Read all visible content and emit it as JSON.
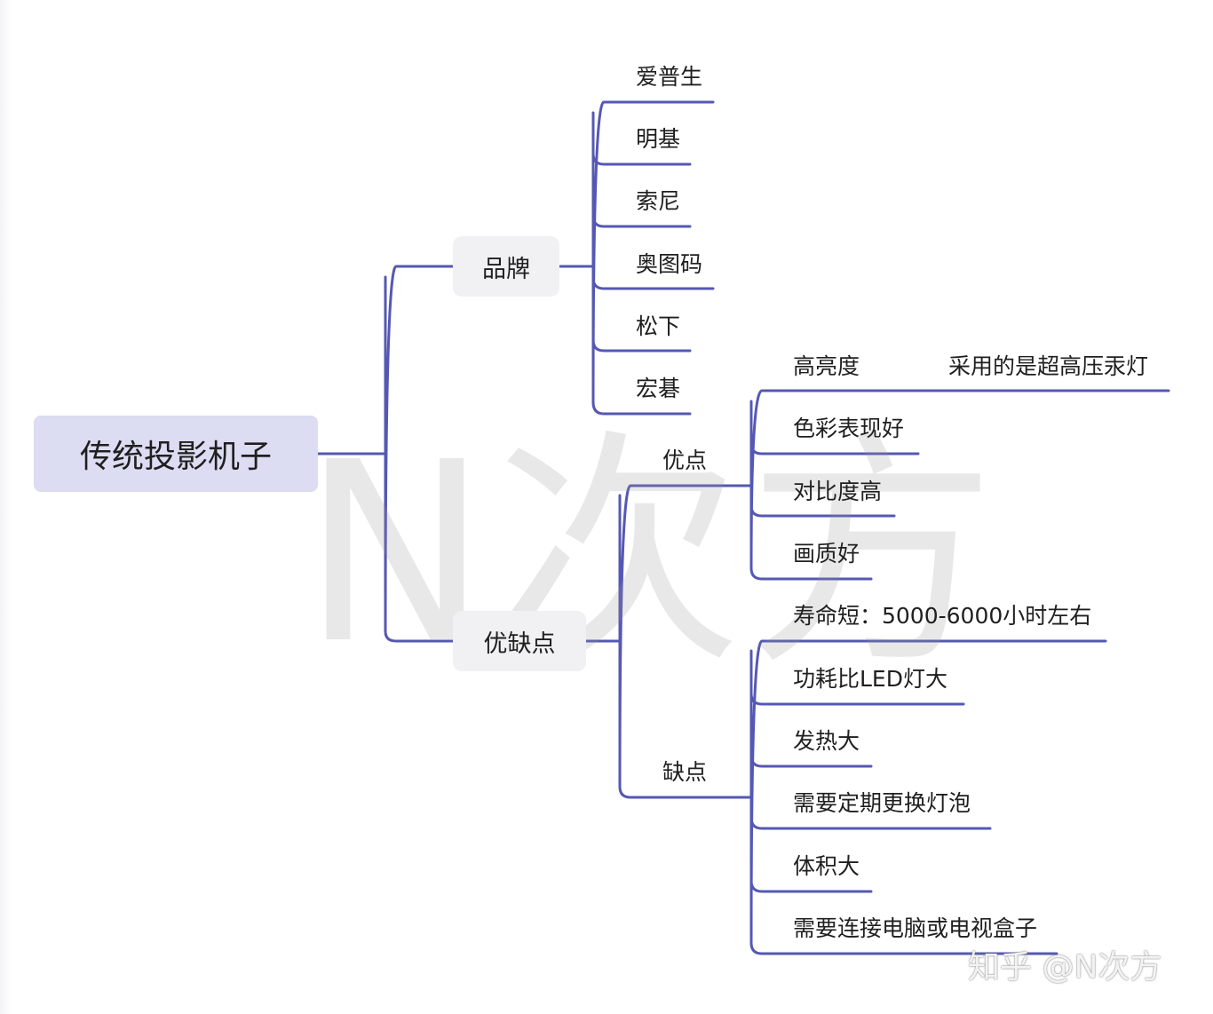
{
  "root": "传统投影机子",
  "branches": {
    "brand": {
      "label": "品牌",
      "items": [
        "爱普生",
        "明基",
        "索尼",
        "奥图码",
        "松下",
        "宏碁"
      ]
    },
    "pros_cons": {
      "label": "优缺点",
      "pros": {
        "label": "优点",
        "items": [
          "高亮度",
          "色彩表现好",
          "对比度高",
          "画质好"
        ],
        "high_brightness_detail": "采用的是超高压汞灯"
      },
      "cons": {
        "label": "缺点",
        "items": [
          "寿命短：5000-6000小时左右",
          "功耗比LED灯大",
          "发热大",
          "需要定期更换灯泡",
          "体积大",
          "需要连接电脑或电视盒子"
        ]
      }
    }
  },
  "watermark": "N次方",
  "credit": "知乎 @N次方",
  "colors": {
    "line": "#5558b3",
    "root_bg": "#dcdcf3",
    "node_bg": "#f1f1f3"
  }
}
